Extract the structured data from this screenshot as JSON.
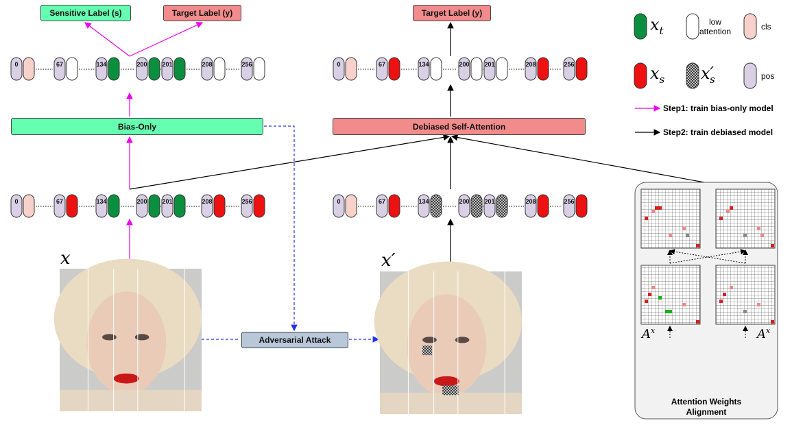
{
  "labels": {
    "sensitive": "Sensitive Label (s)",
    "target_left": "Target Label (y)",
    "target_right": "Target Label (y)",
    "bias_only": "Bias-Only",
    "debiased": "Debiased Self-Attention",
    "adversarial": "Adversarial Attack",
    "alignment_line1": "Attention Weights",
    "alignment_line2": "Alignment"
  },
  "math": {
    "x": "x",
    "x_prime": "x′",
    "a_left": "A",
    "a_right": "A",
    "a_sup": "x"
  },
  "legend": {
    "xt_sym": "x",
    "xt_sub": "t",
    "low_attention_1": "low",
    "low_attention_2": "attention",
    "cls": "cls",
    "xs_sym": "x",
    "xs_sub": "s",
    "xsp_sym": "x′",
    "xsp_sub": "s",
    "pos": "pos",
    "step1": "Step1: train bias-only model",
    "step2": "Step2: train debiased model"
  },
  "token_numbers": {
    "n0": "0",
    "n67": "67",
    "n134": "134",
    "n200": "200",
    "n201": "201",
    "n208": "208",
    "n256": "256"
  },
  "colors": {
    "green_box": "#66ffb2",
    "red_box": "#f28b8b",
    "gray_box": "#b8c8d8",
    "pos": "#d9d0e6",
    "cls": "#f8d1cb",
    "xt": "#0a8f3f",
    "xs": "#ee1111",
    "magenta": "#ee00ee",
    "blue_dash": "#2233ee",
    "black": "#000000"
  }
}
